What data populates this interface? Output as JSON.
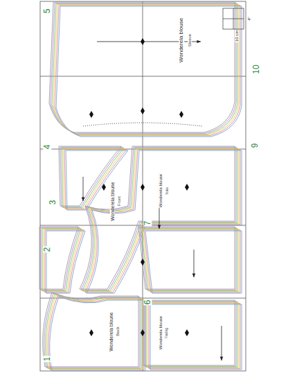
{
  "diagram": {
    "labels": [
      "5",
      "4",
      "3",
      "2",
      "1",
      "10",
      "9",
      "7",
      "6",
      "Wonderela blouse",
      "Sleeve",
      "Wonderela blouse",
      "Front",
      "Wonderela blouse",
      "Back",
      "Wonderela blouse",
      "Yoke",
      "Wonderela blouse",
      "Facing",
      "10 cm",
      "4\""
    ]
  }
}
